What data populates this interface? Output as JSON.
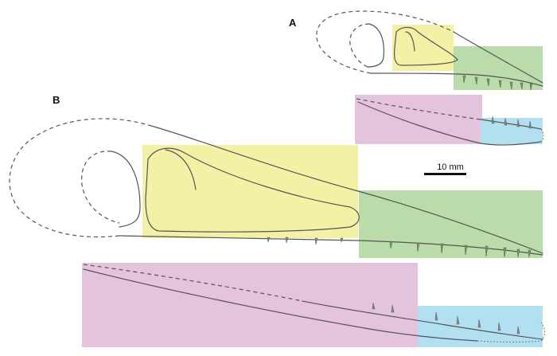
{
  "panels": [
    {
      "label": "A"
    },
    {
      "label": "B"
    }
  ],
  "scale_bar": {
    "label": "10 mm"
  },
  "colors": {
    "yellow": "#f3f1a6",
    "green": "#b9dcaa",
    "pink": "#e4c3dc",
    "blue": "#b3e0f1",
    "outline": "#555555"
  }
}
